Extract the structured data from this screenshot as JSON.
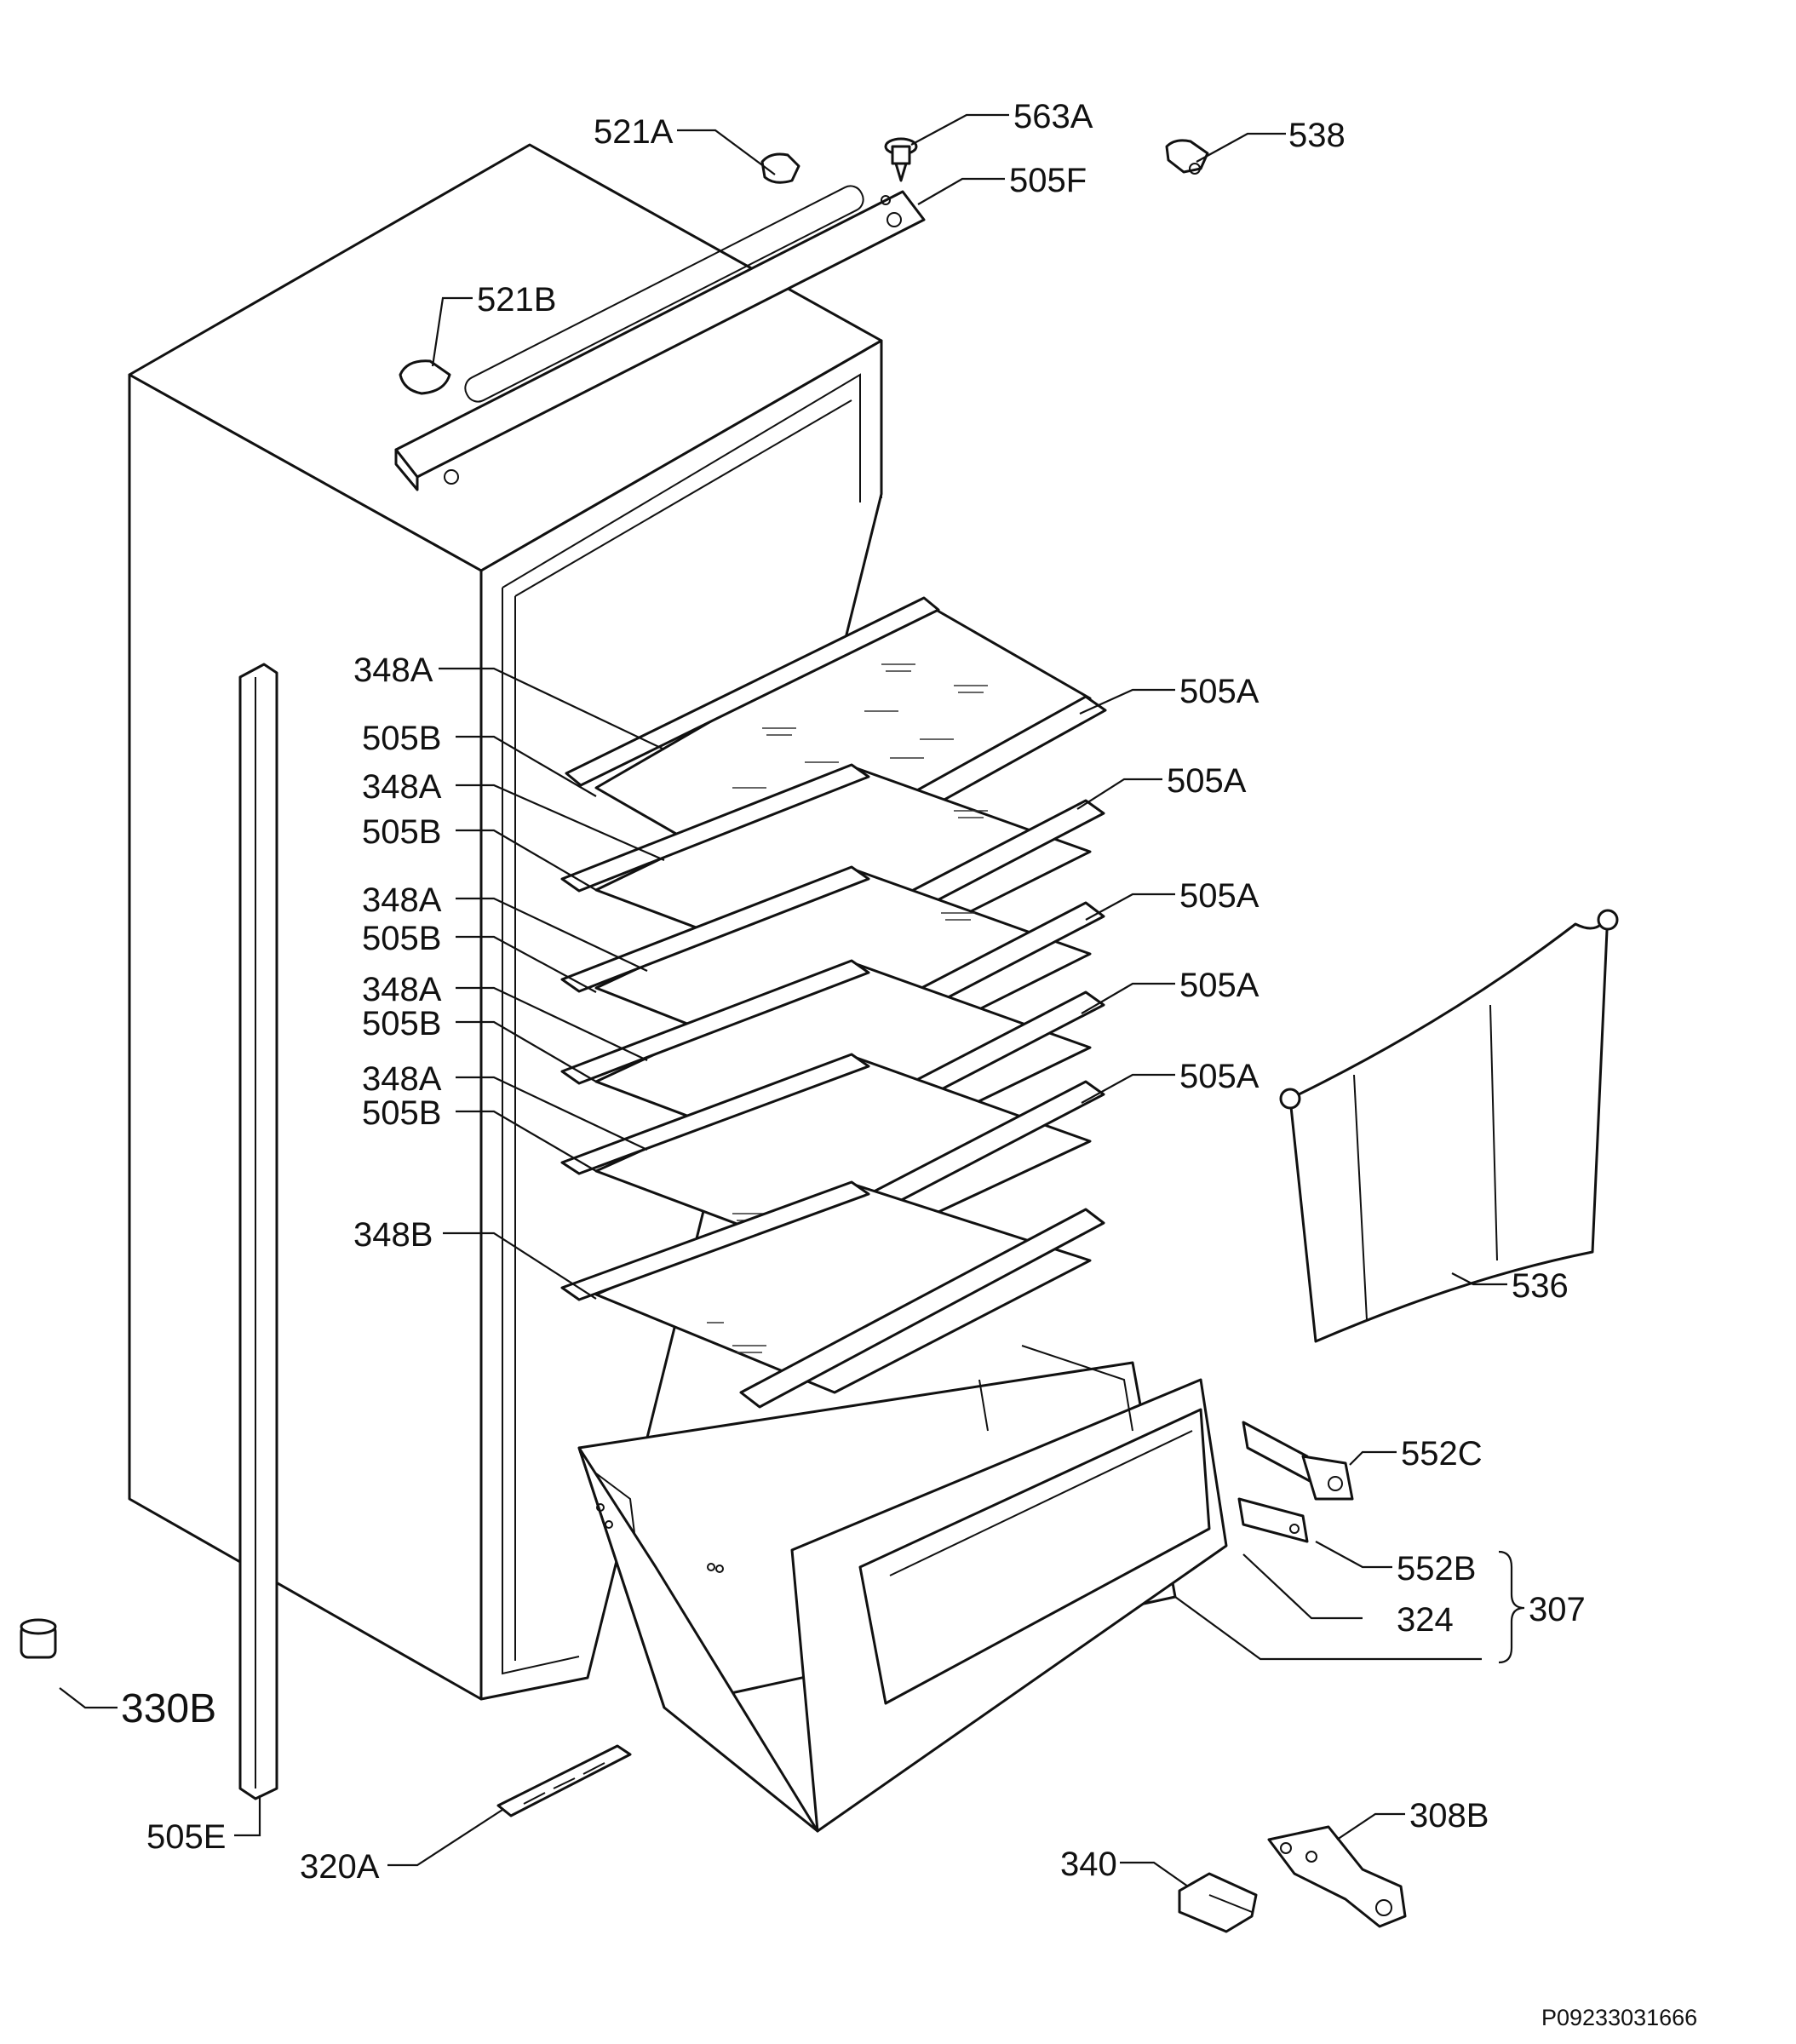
{
  "labels": {
    "l521a": "521A",
    "l563a": "563A",
    "l538": "538",
    "l505f": "505F",
    "l521b": "521B",
    "l348a_1": "348A",
    "l505b_1": "505B",
    "l348a_2": "348A",
    "l505b_2": "505B",
    "l348a_3": "348A",
    "l505b_3": "505B",
    "l348a_4": "348A",
    "l505b_4": "505B",
    "l348a_5": "348A",
    "l505b_5": "505B",
    "l348b": "348B",
    "l505a_1": "505A",
    "l505a_2": "505A",
    "l505a_3": "505A",
    "l505a_4": "505A",
    "l505a_5": "505A",
    "l536": "536",
    "l552c": "552C",
    "l552b": "552B",
    "l324": "324",
    "l307": "307",
    "l330b": "330B",
    "l505e": "505E",
    "l320a": "320A",
    "l340": "340",
    "l308b": "308B"
  },
  "document_code": "P09233031666"
}
